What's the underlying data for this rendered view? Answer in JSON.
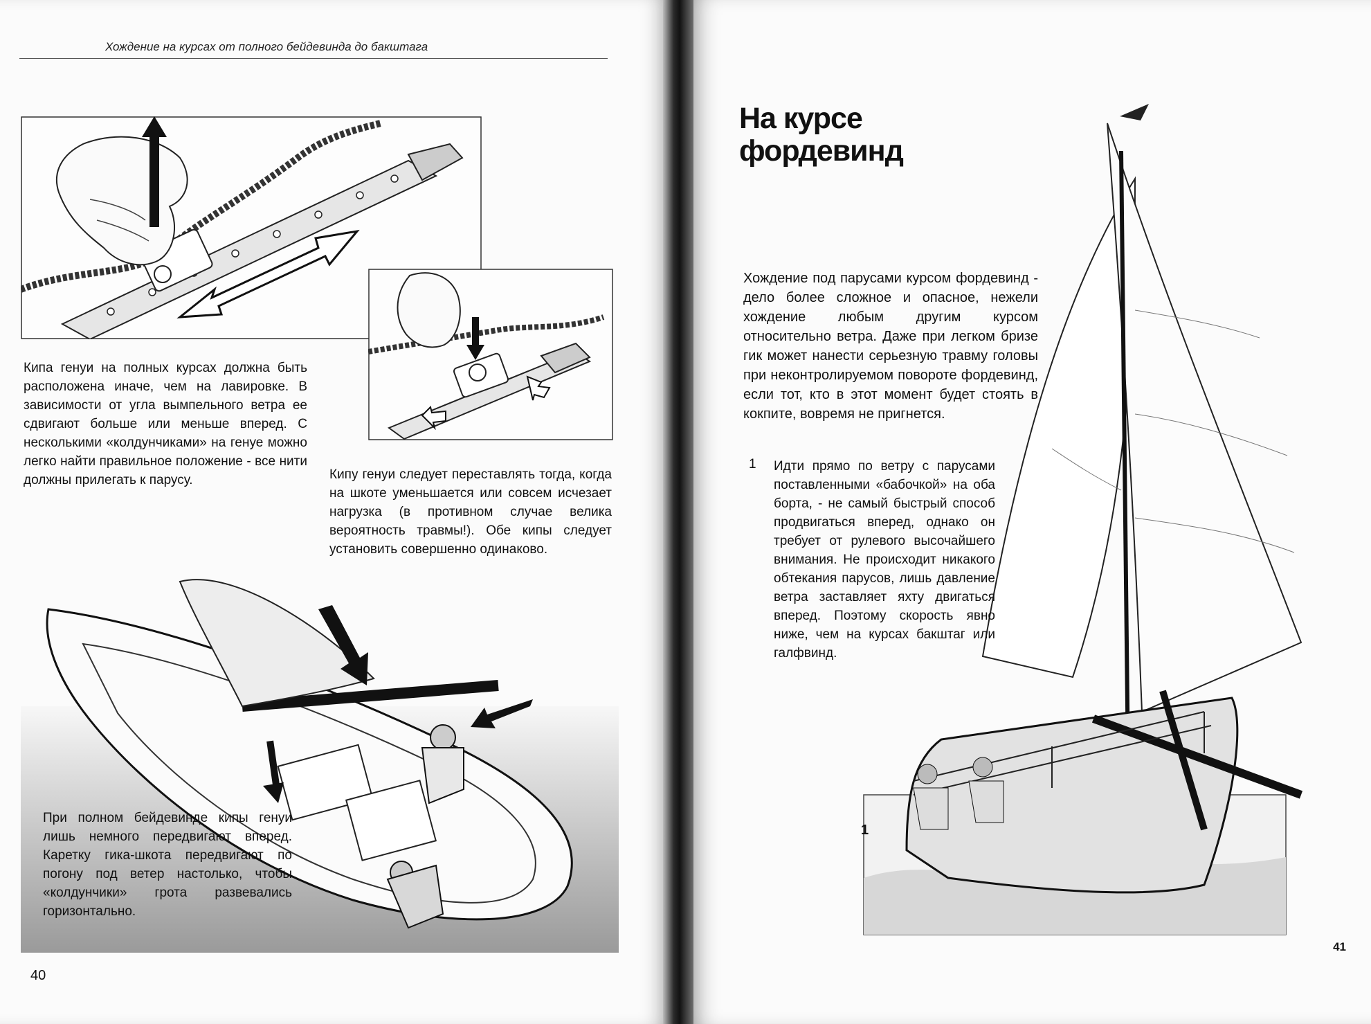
{
  "spread": {
    "left_page": {
      "running_header": "Хождение на курсах от полного бейдевинда до бакштага",
      "captions": [
        "Кипа генуи на полных курсах должна быть расположена иначе, чем на лавировке. В зависимости от угла вымпельного ветра ее сдвигают больше или меньше вперед. С несколькими «колдунчиками» на генуе можно легко найти правильное положение - все нити должны прилегать к парусу.",
        "Кипу генуи следует переставлять тогда, когда на шкоте уменьшается или совсем исчезает нагрузка (в противном случае велика вероятность травмы!). Обе кипы следует установить совершенно одинаково.",
        "При полном бейдевинде кипы генуи лишь немного передвигают вперед. Каретку гика-шкота передвигают по погону под ветер настолько, чтобы «колдунчики» грота развевались горизонтально."
      ],
      "page_number": "40"
    },
    "right_page": {
      "title_line_1": "На курсе",
      "title_line_2": "фордевинд",
      "intro": "Хождение под парусами курсом фордевинд - дело более сложное и опасное, нежели хождение любым другим курсом относительно ветра. Даже при легком бризе гик может нанести серьезную травму головы при неконтролируемом повороте фордевинд, если тот, кто в этот момент будет стоять в кокпите, вовремя не пригнется.",
      "note_marker": "1",
      "note_text": "Идти прямо по ветру с парусами поставленными «бабочкой» на оба борта, - не самый быстрый способ продвигаться вперед, однако он требует от рулевого высочайшего внимания. Не происходит никакого обтекания парусов, лишь давление ветра заставляет яхту двигаться вперед. Поэтому скорость явно ниже, чем на курсах бакштаг или галфвинд.",
      "figure_label": "1",
      "page_number": "41"
    }
  }
}
